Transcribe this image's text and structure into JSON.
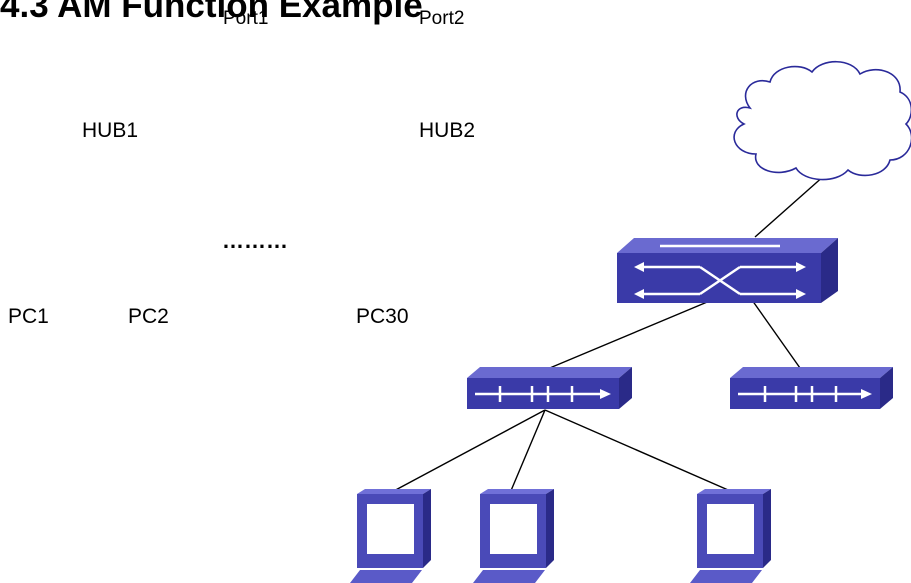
{
  "heading": "4.3 AM Function Example",
  "ports": {
    "port1": "Port1",
    "port2": "Port2"
  },
  "hubs": {
    "hub1": "HUB1",
    "hub2": "HUB2"
  },
  "ellipsis": "………",
  "pcs": {
    "pc1": "PC1",
    "pc2": "PC2",
    "pc30": "PC30"
  },
  "colors": {
    "device_blue": "#3a3aa6",
    "device_top": "#5a5ac8",
    "device_side": "#2a2a88",
    "pc_fill": "#5050c0",
    "line": "#000000"
  }
}
